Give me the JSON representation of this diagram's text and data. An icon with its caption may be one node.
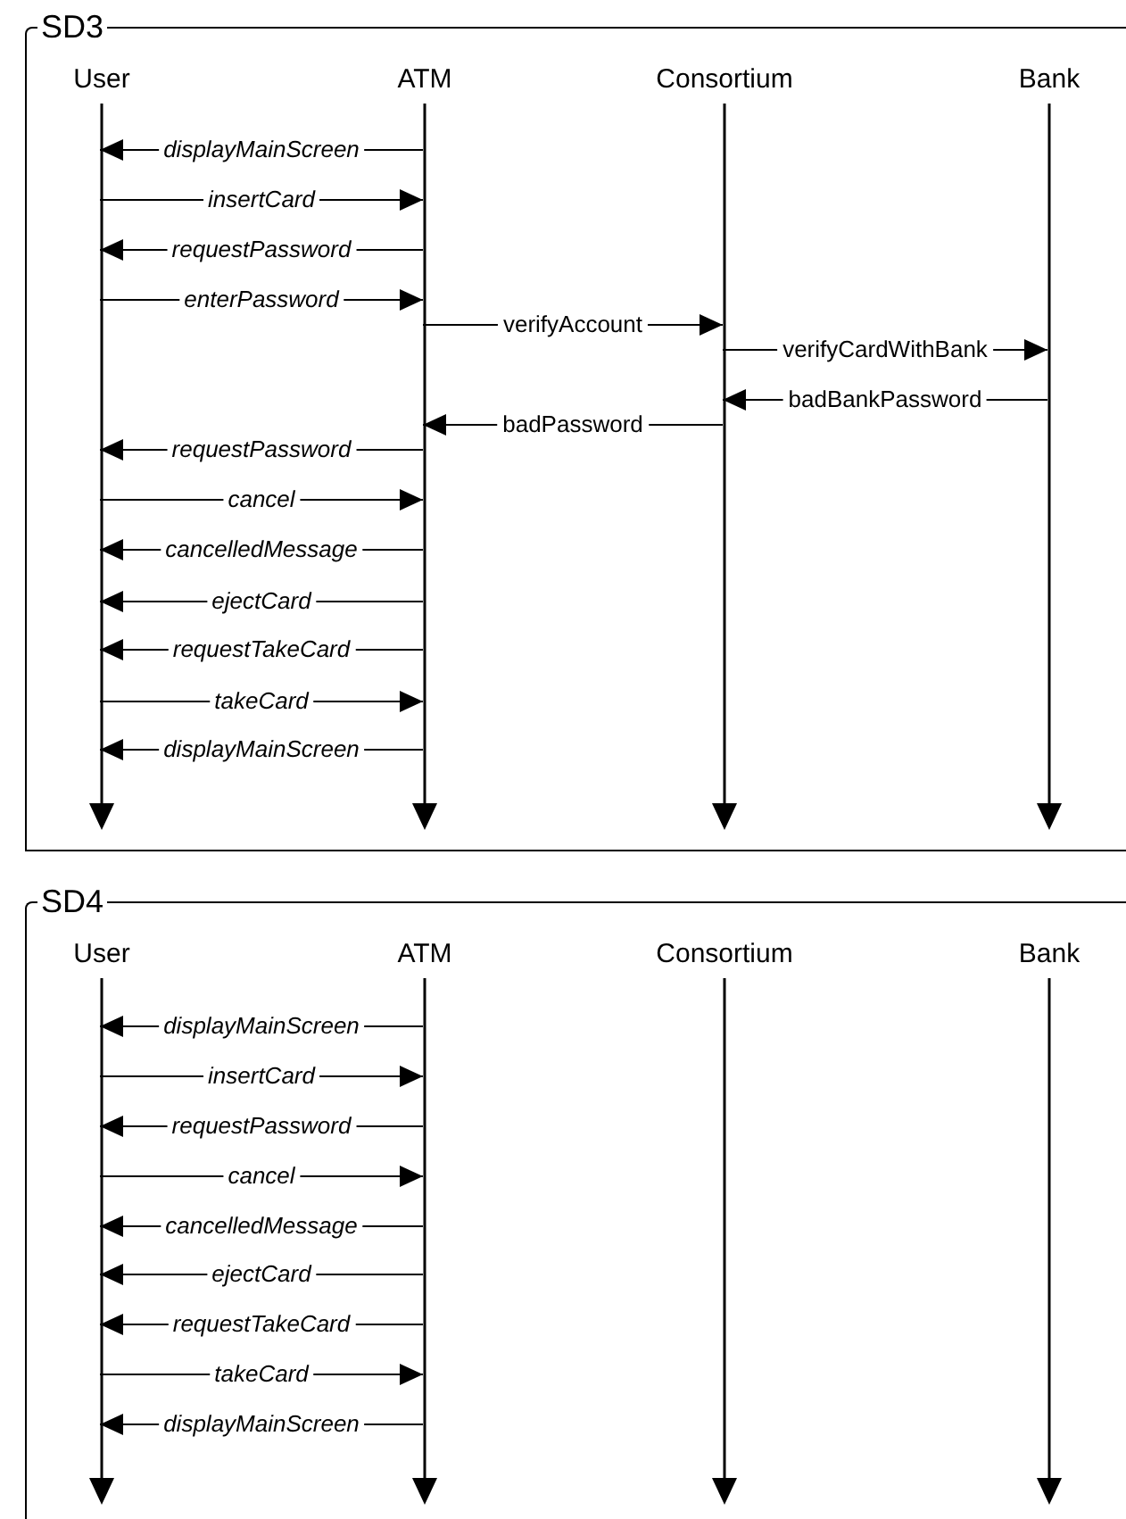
{
  "diagram": {
    "nodes": [
      {
        "text": [
          "SD3"
        ]
      },
      {
        "text": [
          "User"
        ],
        "in": 0
      },
      {
        "text": [
          "ATM"
        ],
        "in": 0
      },
      {
        "text": [
          "Consortium"
        ],
        "in": 0
      },
      {
        "text": [
          "Bank"
        ],
        "in": 0
      },
      {
        "text": [
          "SD4"
        ]
      },
      {
        "text": [
          "User"
        ],
        "in": 5
      },
      {
        "text": [
          "ATM"
        ],
        "in": 5
      },
      {
        "text": [
          "Consortium"
        ],
        "in": 5
      },
      {
        "text": [
          "Bank"
        ],
        "in": 5
      }
    ],
    "edges": [
      {
        "from": 2,
        "to": 1,
        "arrow": "to",
        "label": "displayMainScreen"
      },
      {
        "from": 1,
        "to": 2,
        "arrow": "to",
        "label": "insertCard"
      },
      {
        "from": 2,
        "to": 1,
        "arrow": "to",
        "label": "requestPassword"
      },
      {
        "from": 1,
        "to": 2,
        "arrow": "to",
        "label": "enterPassword"
      },
      {
        "from": 2,
        "to": 3,
        "arrow": "to",
        "label": "verifyAccount"
      },
      {
        "from": 3,
        "to": 4,
        "arrow": "to",
        "label": "verifyCardWithBank"
      },
      {
        "from": 4,
        "to": 3,
        "arrow": "to",
        "label": "badBankPassword"
      },
      {
        "from": 3,
        "to": 2,
        "arrow": "to",
        "label": "badPassword"
      },
      {
        "from": 2,
        "to": 1,
        "arrow": "to",
        "label": "requestPassword"
      },
      {
        "from": 1,
        "to": 2,
        "arrow": "to",
        "label": "cancel"
      },
      {
        "from": 2,
        "to": 1,
        "arrow": "to",
        "label": "cancelledMessage"
      },
      {
        "from": 2,
        "to": 1,
        "arrow": "to",
        "label": "ejectCard"
      },
      {
        "from": 2,
        "to": 1,
        "arrow": "to",
        "label": "requestTakeCard"
      },
      {
        "from": 1,
        "to": 2,
        "arrow": "to",
        "label": "takeCard"
      },
      {
        "from": 2,
        "to": 1,
        "arrow": "to",
        "label": "displayMainScreen"
      },
      {
        "from": 7,
        "to": 6,
        "arrow": "to",
        "label": "displayMainScreen"
      },
      {
        "from": 6,
        "to": 7,
        "arrow": "to",
        "label": "insertCard"
      },
      {
        "from": 7,
        "to": 6,
        "arrow": "to",
        "label": "requestPassword"
      },
      {
        "from": 6,
        "to": 7,
        "arrow": "to",
        "label": "cancel"
      },
      {
        "from": 7,
        "to": 6,
        "arrow": "to",
        "label": "cancelledMessage"
      },
      {
        "from": 7,
        "to": 6,
        "arrow": "to",
        "label": "ejectCard"
      },
      {
        "from": 7,
        "to": 6,
        "arrow": "to",
        "label": "requestTakeCard"
      },
      {
        "from": 6,
        "to": 7,
        "arrow": "to",
        "label": "takeCard"
      },
      {
        "from": 7,
        "to": 6,
        "arrow": "to",
        "label": "displayMainScreen"
      }
    ]
  }
}
